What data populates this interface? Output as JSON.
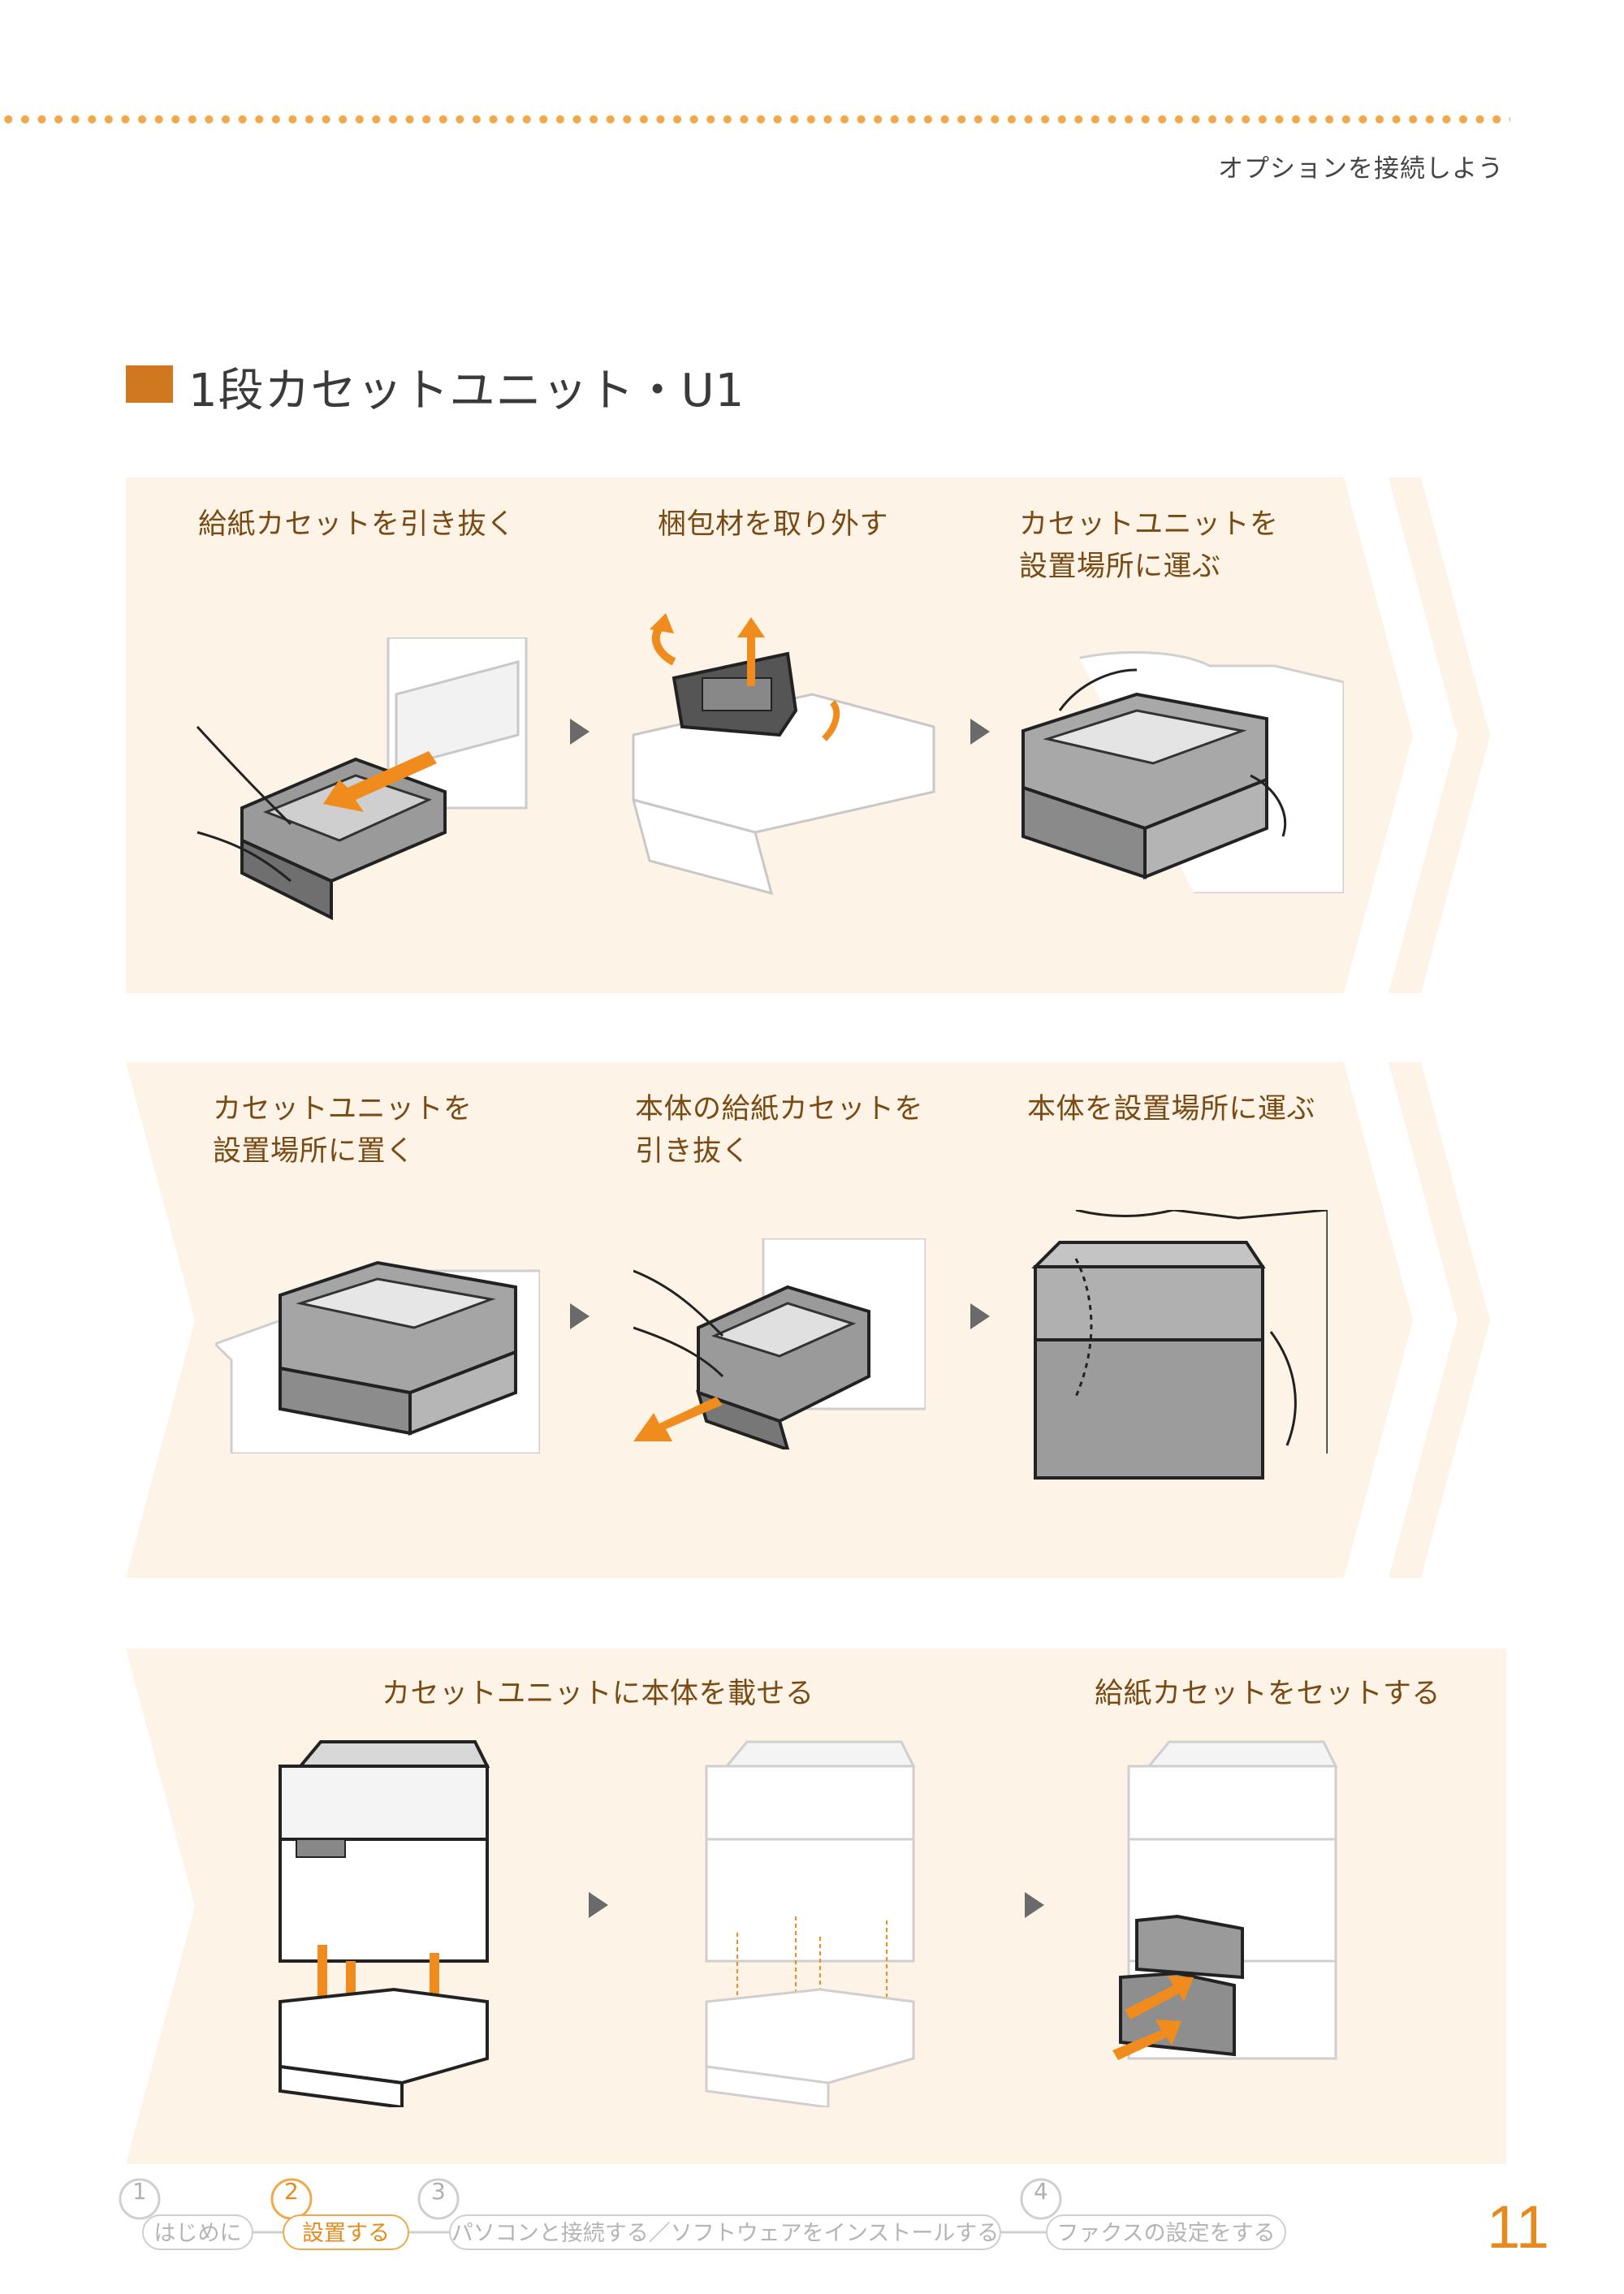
{
  "header": {
    "title": "オプションを接続しよう"
  },
  "section": {
    "title": "1段カセットユニット・U1"
  },
  "row1": {
    "steps": [
      {
        "label": "給紙カセットを引き抜く"
      },
      {
        "label": "梱包材を取り外す"
      },
      {
        "label": "カセットユニットを\n設置場所に運ぶ"
      }
    ]
  },
  "row2": {
    "steps": [
      {
        "label": "カセットユニットを\n設置場所に置く"
      },
      {
        "label": "本体の給紙カセットを\n引き抜く"
      },
      {
        "label": "本体を設置場所に運ぶ"
      }
    ]
  },
  "row3": {
    "steps": [
      {
        "label": "カセットユニットに本体を載せる"
      },
      {
        "label": "給紙カセットをセットする"
      }
    ]
  },
  "nav": {
    "items": [
      {
        "num": "1",
        "label": "はじめに"
      },
      {
        "num": "2",
        "label": "設置する"
      },
      {
        "num": "3",
        "label": "パソコンと接続する／ソフトウェアをインストールする"
      },
      {
        "num": "4",
        "label": "ファクスの設定をする"
      }
    ],
    "active": "2"
  },
  "page_number": "11",
  "colors": {
    "accent": "#e58a1f",
    "band": "#fdf3e6",
    "label_text": "#7a4a14",
    "section_square": "#d07820"
  }
}
